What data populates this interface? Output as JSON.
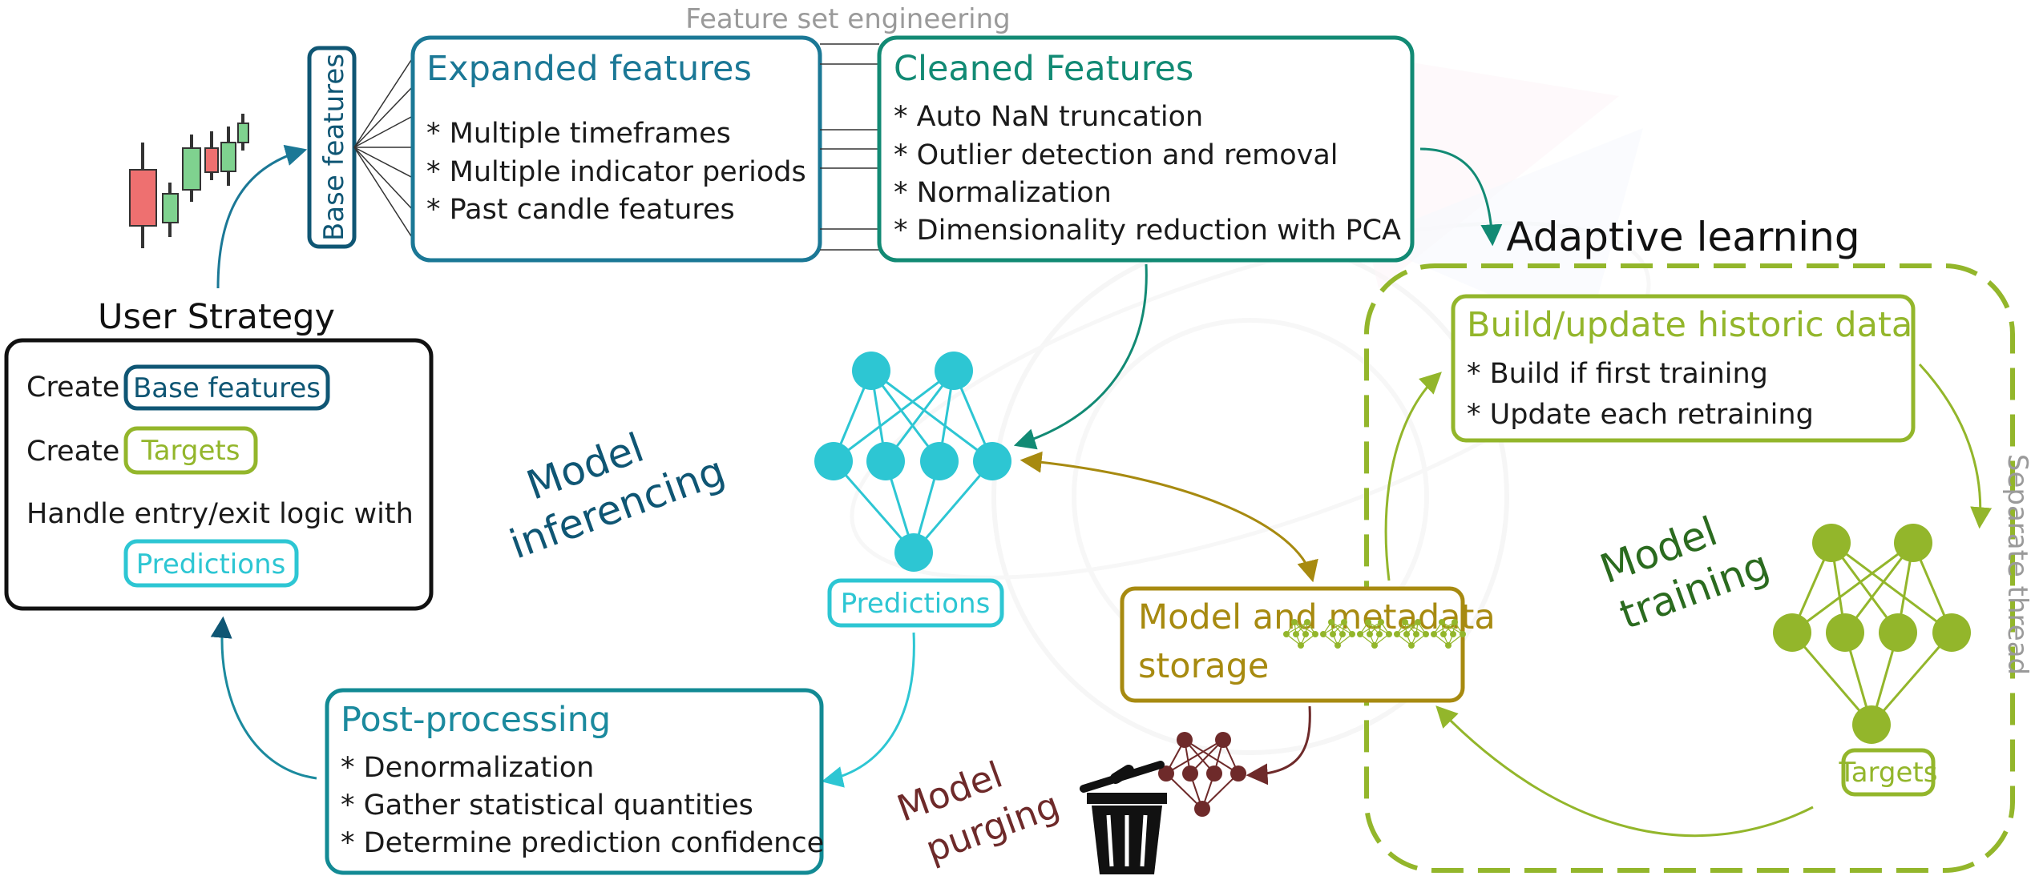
{
  "colors": {
    "blue": "#1b7896",
    "teal": "#128a74",
    "cyan": "#2dc6d3",
    "lime": "#93b62b",
    "darkgreen": "#2b6b1f",
    "olive": "#a78a10",
    "maroon": "#6e2a2a",
    "navy": "#0f5674",
    "gray": "#9a9a9a",
    "candleRed": "#ee7070",
    "candleGreen": "#7fd28f"
  },
  "header": {
    "feature_set_engineering": "Feature set engineering"
  },
  "base_features_vertical": "Base features",
  "expanded_features": {
    "title": "Expanded features",
    "items": [
      "* Multiple timeframes",
      "* Multiple indicator periods",
      "* Past candle features"
    ]
  },
  "cleaned_features": {
    "title": "Cleaned Features",
    "items": [
      "* Auto NaN truncation",
      "* Outlier detection and removal",
      "* Normalization",
      "* Dimensionality reduction with PCA"
    ]
  },
  "user_strategy": {
    "title": "User Strategy",
    "create1": "Create",
    "base_features_tag": "Base features",
    "create2": "Create",
    "targets_tag": "Targets",
    "handle_text": "Handle entry/exit logic with",
    "predictions_tag": "Predictions"
  },
  "model_inferencing": {
    "line1": "Model",
    "line2": "inferencing"
  },
  "predictions_label": "Predictions",
  "post_processing": {
    "title": "Post-processing",
    "items": [
      "* Denormalization",
      "* Gather statistical quantities",
      "* Determine prediction confidence"
    ]
  },
  "adaptive_learning": {
    "title": "Adaptive learning"
  },
  "build_update": {
    "title": "Build/update historic data",
    "items": [
      "* Build if first training",
      "* Update each retraining"
    ]
  },
  "model_training": {
    "line1": "Model",
    "line2": "training"
  },
  "separate_thread": "Separate thread",
  "targets_label": "Targets",
  "storage": {
    "line1": "Model and metadata",
    "line2": "storage"
  },
  "model_purging": {
    "line1": "Model",
    "line2": "purging"
  }
}
